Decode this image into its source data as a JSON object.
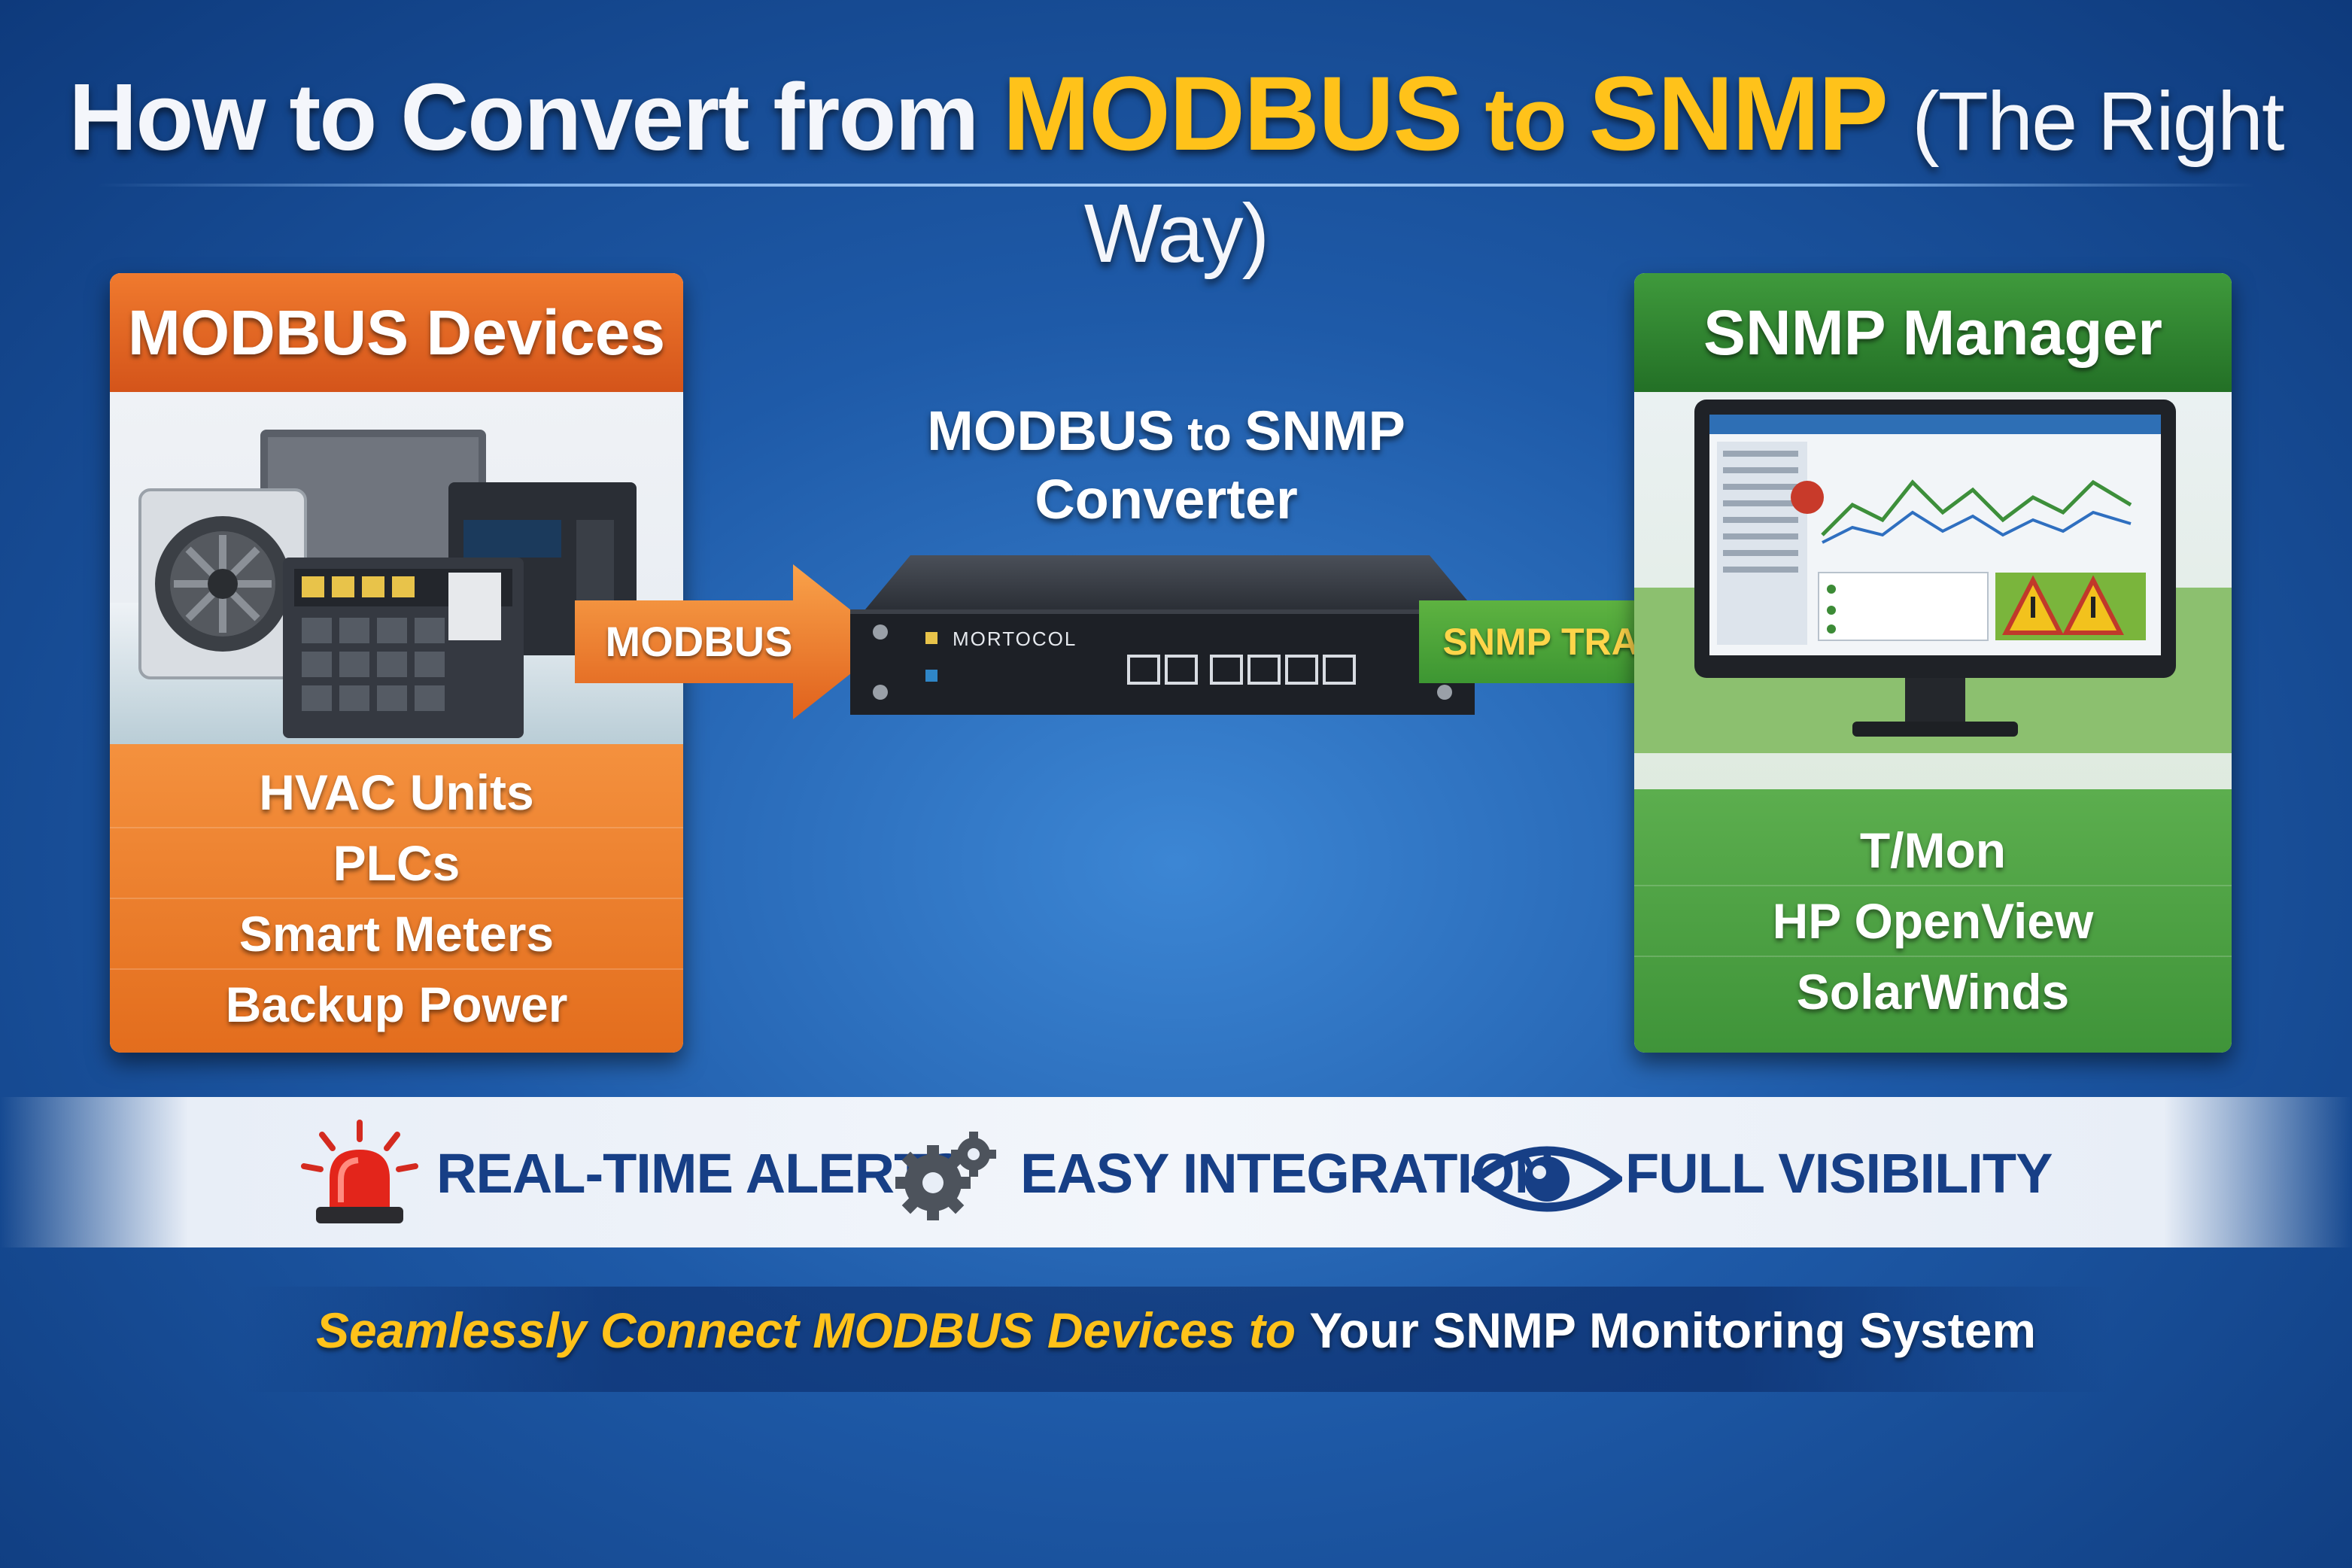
{
  "title": {
    "part1": "How to Convert from ",
    "highlight1": "MODBUS",
    "to": " to ",
    "highlight2": "SNMP",
    "suffix": "(The Right Way)"
  },
  "left_panel": {
    "header": "MODBUS Devices",
    "items": [
      "HVAC Units",
      "PLCs",
      "Smart Meters",
      "Backup Power"
    ]
  },
  "converter": {
    "title_line1_a": "MODBUS",
    "title_line1_b": " to ",
    "title_line1_c": "SNMP",
    "title_line2": "Converter",
    "device_brand": "MORTOCOL"
  },
  "arrows": {
    "left": "MODBUS",
    "right": "SNMP TRAPS"
  },
  "right_panel": {
    "header": "SNMP Manager",
    "items": [
      "T/Mon",
      "HP OpenView",
      "SolarWinds"
    ]
  },
  "features": [
    {
      "label": "REAL-TIME ALERTS",
      "icon": "siren-icon"
    },
    {
      "label": "EASY INTEGRATION",
      "icon": "gears-icon"
    },
    {
      "label": "FULL VISIBILITY",
      "icon": "eye-icon"
    }
  ],
  "tagline": {
    "yellow": "Seamlessly Connect MODBUS Devices to ",
    "white": "Your SNMP Monitoring System"
  },
  "colors": {
    "background": "#1e5aa8",
    "accent_yellow": "#ffc21a",
    "orange": "#e36d1d",
    "green": "#3f9439",
    "feature_text": "#173f86"
  }
}
